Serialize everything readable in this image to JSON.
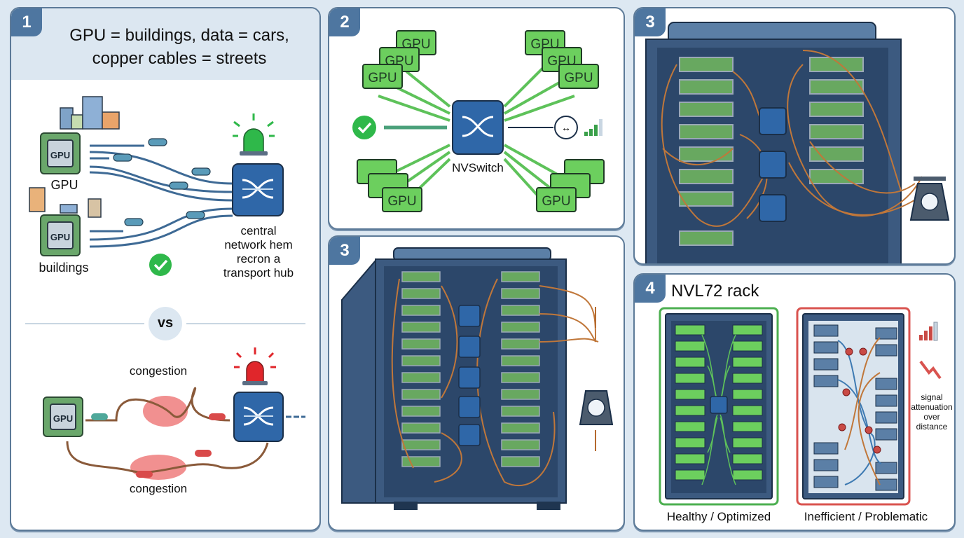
{
  "panels": [
    {
      "badge": "1",
      "title_line1": "GPU = buildings, data = cars,",
      "title_line2": "copper cables = streets",
      "gpu_label": "GPU",
      "chip_label": "GPU",
      "buildings_label": "buildings",
      "hub_label_lines": [
        "central",
        "network hem",
        "recron a",
        "transport hub"
      ],
      "vs_label": "vs",
      "congestion_top": "congestion",
      "congestion_bottom": "congestion",
      "good_light_color": "#2fb84a",
      "bad_light_color": "#e0262b"
    },
    {
      "badge": "2",
      "switch_label": "NVSwitch",
      "gpu_card_label": "GPU"
    },
    {
      "badge": "3"
    },
    {
      "badge": "3"
    },
    {
      "badge": "4",
      "title": "NVL72 rack",
      "healthy_label": "Healthy / Optimized",
      "problem_label": "Inefficient / Problematic",
      "attenuation_lines": [
        "signal",
        "attenuation",
        "over",
        "distance"
      ],
      "healthy_color": "#4caf50",
      "problem_color": "#d9534f"
    }
  ],
  "colors": {
    "background": "#dde8f2",
    "panel_border": "#5c7a98",
    "badge": "#4e76a0",
    "switch_blue": "#2f67a8",
    "gpu_green": "#5ec25a",
    "copper": "#b5652c",
    "rack": "#3c5a80"
  }
}
